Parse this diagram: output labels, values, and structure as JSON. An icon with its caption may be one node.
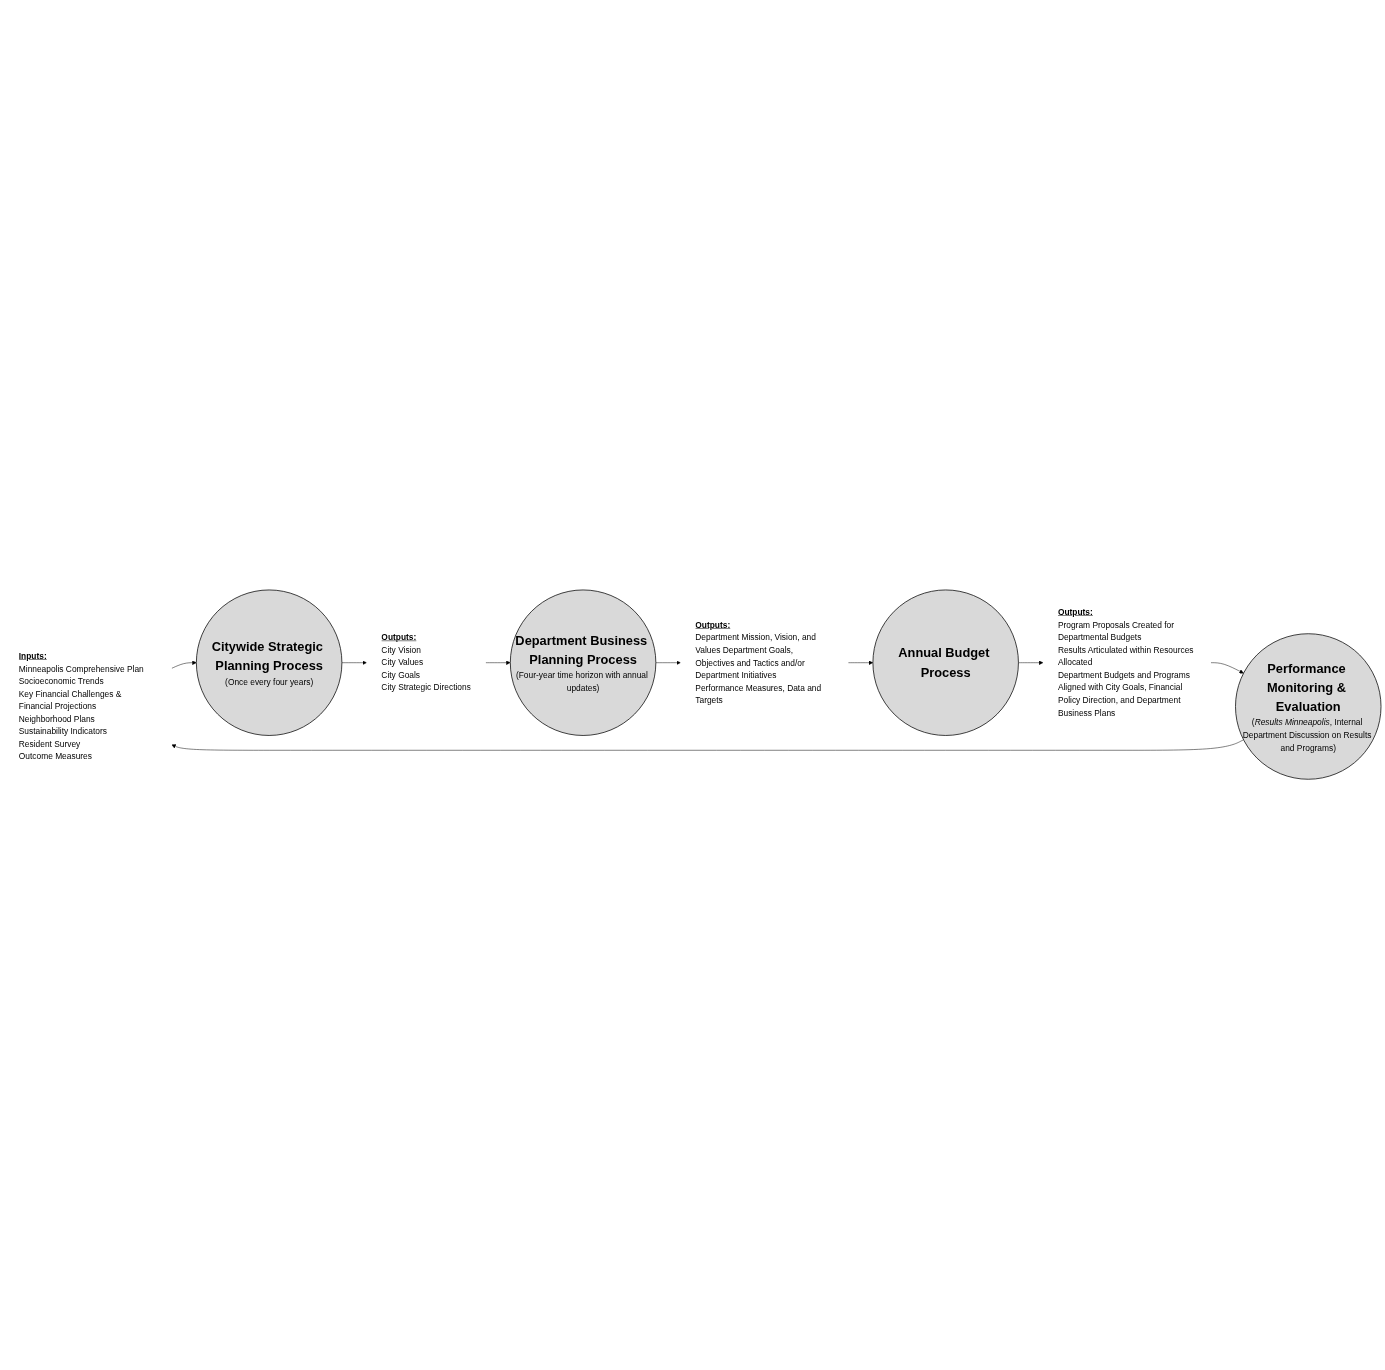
{
  "diagram": {
    "nodes": [
      {
        "text": [
          "Inputs:",
          "Minneapolis Comprehensive Plan",
          "Socioeconomic Trends",
          "Key Financial Challenges & Financial Projections",
          "Neighborhood Plans",
          "Sustainability Indicators",
          "Resident Survey",
          "Outcome Measures"
        ]
      },
      {
        "text": [
          "Citywide Strategic Planning Process",
          "(Once every four years)"
        ]
      },
      {
        "text": [
          "Outputs:",
          "City Vision",
          "City Values",
          "City Goals",
          "City Strategic Directions"
        ]
      },
      {
        "text": [
          "Department Business Planning Process",
          "(Four-year time horizon with annual updates)"
        ]
      },
      {
        "text": [
          "Outputs:",
          "Department Mission, Vision, and Values Department Goals, Objectives and Tactics and/or Department Initiatives",
          "Performance Measures, Data and Targets"
        ]
      },
      {
        "text": [
          "Annual Budget Process"
        ]
      },
      {
        "text": [
          "Outputs:",
          "Program Proposals Created for Departmental Budgets",
          "Results Articulated within Resources Allocated",
          "Department Budgets and Programs Aligned with City Goals, Financial Policy Direction, and Department Business Plans"
        ]
      },
      {
        "text": [
          "Performance Monitoring & Evaluation",
          "(*Results Minneapolis*, Internal Department Discussion on Results and Programs)"
        ]
      }
    ],
    "edges": [
      {
        "from": 0,
        "to": 1,
        "arrow": "to"
      },
      {
        "from": 1,
        "to": 2,
        "arrow": "to"
      },
      {
        "from": 2,
        "to": 3,
        "arrow": "to"
      },
      {
        "from": 3,
        "to": 4,
        "arrow": "to"
      },
      {
        "from": 4,
        "to": 5,
        "arrow": "to"
      },
      {
        "from": 5,
        "to": 6,
        "arrow": "to"
      },
      {
        "from": 6,
        "to": 7,
        "arrow": "to"
      },
      {
        "from": 7,
        "to": 0,
        "arrow": "to"
      }
    ]
  }
}
